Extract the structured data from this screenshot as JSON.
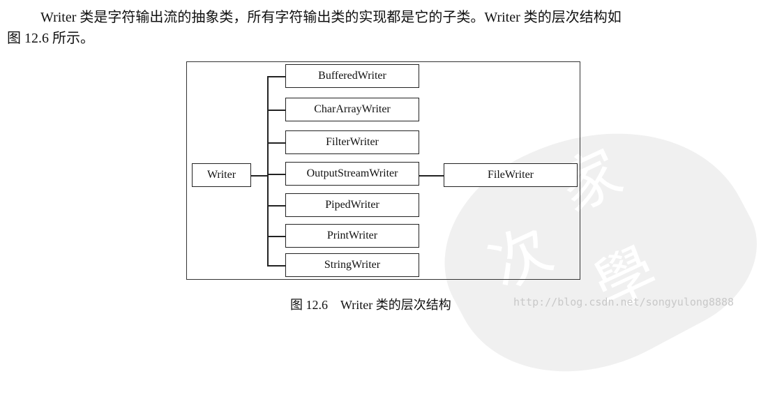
{
  "paragraph": {
    "line1": "Writer 类是字符输出流的抽象类，所有字符输出类的实现都是它的子类。Writer 类的层次结构如",
    "line2": "图 12.6 所示。"
  },
  "diagram": {
    "root": "Writer",
    "children": [
      "BufferedWriter",
      "CharArrayWriter",
      "FilterWriter",
      "OutputStreamWriter",
      "PipedWriter",
      "PrintWriter",
      "StringWriter"
    ],
    "grandchild": "FileWriter"
  },
  "caption": {
    "number": "图 12.6",
    "text": "Writer 类的层次结构"
  },
  "watermark": {
    "url": "http://blog.csdn.net/songyulong8888",
    "glyphs": [
      "家",
      "次",
      "學"
    ]
  }
}
